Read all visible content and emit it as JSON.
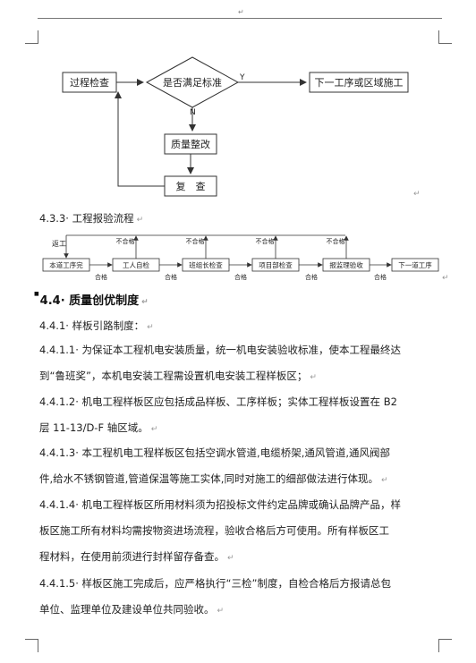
{
  "header_mark": "↵",
  "para_mark": "↵",
  "flow1": {
    "start": "过程检查",
    "decision": "是否满足标准",
    "yes_label": "Y",
    "no_label": "N",
    "next": "下一工序或区域施工",
    "rectify": "质量整改",
    "recheck": "复　查"
  },
  "section_433": "4.3.3· 工程报验流程",
  "flow2": {
    "return_label": "返工",
    "nodes": [
      "本道工序完",
      "工人自检",
      "班组长检查",
      "项目部检查",
      "报监理验收",
      "下一道工序"
    ],
    "pass_label": "合格",
    "fail_label": "不合格"
  },
  "section_44": "4.4· 质量创优制度",
  "paragraphs": [
    {
      "lines": [
        "4.4.1· 样板引路制度："
      ]
    },
    {
      "lines": [
        "4.4.1.1· 为保证本工程机电安装质量，统一机电安装验收标准，使本工程最终达",
        "到“鲁班奖”，本机电安装工程需设置机电安装工程样板区；"
      ]
    },
    {
      "lines": [
        "4.4.1.2· 机电工程样板区应包括成品样板、工序样板；实体工程样板设置在 B2",
        "层 11-13/D-F 轴区域。"
      ]
    },
    {
      "lines": [
        "4.4.1.3· 本工程机电工程样板区包括空调水管道,电缆桥架,通风管道,通风阀部",
        "件,给水不锈钢管道,管道保温等施工实体,同时对施工的细部做法进行体现。"
      ]
    },
    {
      "lines": [
        "4.4.1.4· 机电工程样板区所用材料须为招投标文件约定品牌或确认品牌产品，样",
        "板区施工所有材料均需按物资进场流程，验收合格后方可使用。所有样板区工",
        "程材料，在使用前须进行封样留存备查。"
      ]
    },
    {
      "lines": [
        "4.4.1.5· 样板区施工完成后，应严格执行“三检”制度，自检合格后方报请总包",
        "单位、监理单位及建设单位共同验收。"
      ]
    }
  ]
}
